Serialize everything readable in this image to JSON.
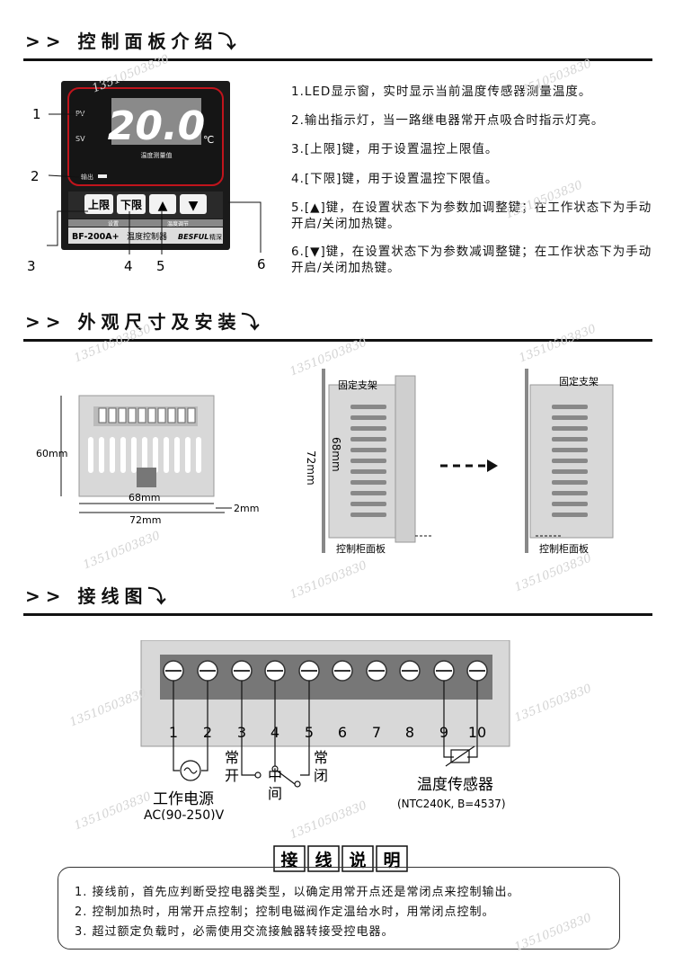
{
  "sections": {
    "panel": ">> 控制面板介绍⤵",
    "size": ">> 外观尺寸及安装⤵",
    "wiring": ">> 接线图⤵"
  },
  "panel": {
    "pv": "PV",
    "sv": "SV",
    "display": "20.0",
    "unit": "℃",
    "caption": "温度测量值",
    "output": "输出",
    "btn_upper": "上限",
    "btn_lower": "下限",
    "btn_up": "▲",
    "btn_down": "▼",
    "group_set": "设置",
    "group_adjust": "温度调节",
    "model": "BF-200A+",
    "model_name": "温度控制器",
    "brand": "BESFUL",
    "brand_cn": "精深",
    "callouts": [
      "1",
      "2",
      "3",
      "4",
      "5",
      "6"
    ]
  },
  "descriptions": [
    "1.LED显示窗，实时显示当前温度传感器测量温度。",
    "2.输出指示灯，当一路继电器常开点吸合时指示灯亮。",
    "3.[上限]键，用于设置温控上限值。",
    "4.[下限]键，用于设置温控下限值。",
    "5.[▲]键，在设置状态下为参数加调整键；在工作状态下为手动开启/关闭加热键。",
    "6.[▼]键，在设置状态下为参数减调整键；在工作状态下为手动开启/关闭加热键。"
  ],
  "dimensions": {
    "height": "60mm",
    "inner_width": "68mm",
    "outer_width": "72mm",
    "thickness": "2mm",
    "side_outer": "72mm",
    "side_inner": "68mm",
    "bracket": "固定支架",
    "panel_board": "控制柜面板"
  },
  "wiring": {
    "terminals": [
      "1",
      "2",
      "3",
      "4",
      "5",
      "6",
      "7",
      "8",
      "9",
      "10"
    ],
    "nc_top": "常",
    "no_top": "常",
    "no_bottom": "开",
    "mid_top": "中",
    "mid_bottom": "间",
    "nc_bottom": "闭",
    "power_label": "工作电源",
    "power_range": "AC(90-250)V",
    "sensor_label": "温度传感器",
    "sensor_spec": "(NTC240K, B=4537)"
  },
  "notes": {
    "title_chars": [
      "接",
      "线",
      "说",
      "明"
    ],
    "items": [
      "1. 接线前，首先应判断受控电器类型，以确定用常开点还是常闭点来控制输出。",
      "2. 控制加热时，用常开点控制；控制电磁阀作定温给水时，用常闭点控制。",
      "3. 超过额定负载时，必需使用交流接触器转接受控电器。"
    ]
  },
  "watermark": "13510503830"
}
